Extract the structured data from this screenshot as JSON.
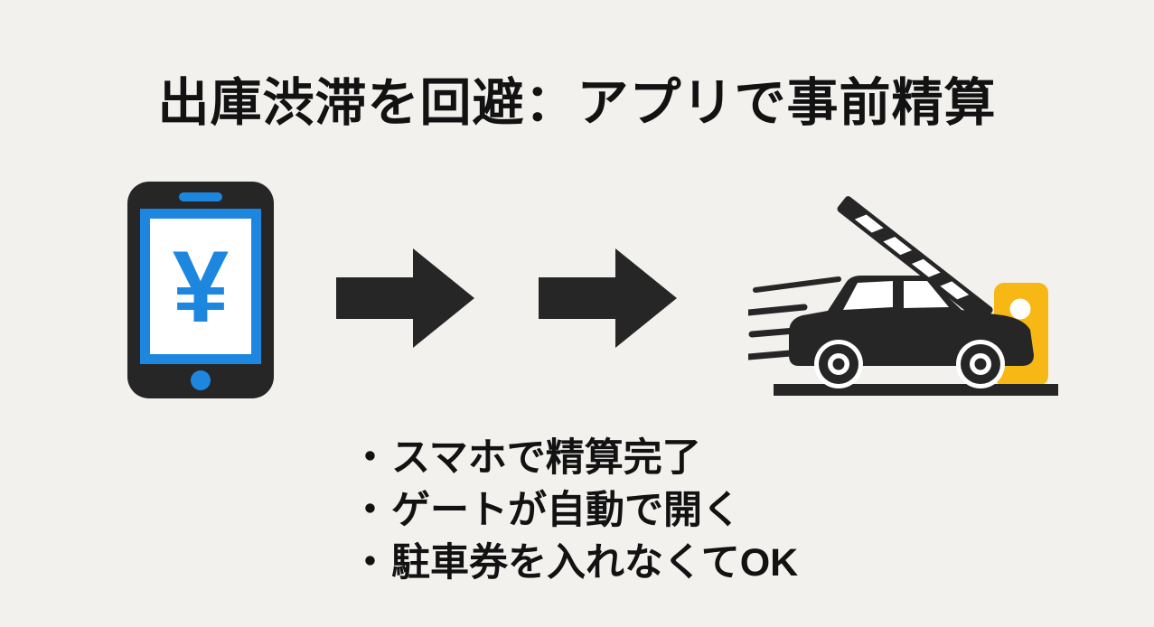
{
  "title": "出庫渋滞を回避：アプリで事前精算",
  "bullets": {
    "marker": "・",
    "items": [
      "スマホで精算完了",
      "ゲートが自動で開く",
      "駐車券を入れなくてOK"
    ]
  },
  "icons": {
    "phone": {
      "name": "smartphone-payment-icon",
      "glyph": "¥"
    },
    "arrow1": {
      "name": "right-arrow-icon"
    },
    "arrow2": {
      "name": "right-arrow-icon"
    },
    "scene": {
      "name": "car-exit-gate-icon"
    }
  },
  "colors": {
    "bg": "#f2f1ee",
    "text": "#121212",
    "ink": "#262626",
    "blue": "#1d87e0",
    "yellow": "#f7b714"
  }
}
